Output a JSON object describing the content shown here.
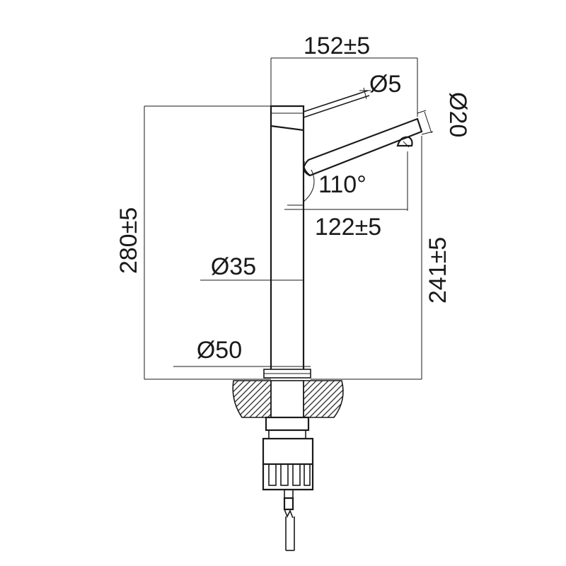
{
  "dimensions": {
    "overall_width": "152±5",
    "handle_diameter": "Ø5",
    "spout_diameter": "Ø20",
    "spout_angle": "110°",
    "spout_reach": "122±5",
    "overall_height": "280±5",
    "spout_height": "241±5",
    "body_diameter": "Ø35",
    "base_diameter": "Ø50"
  },
  "colors": {
    "line": "#1a1a1a",
    "hatch": "#1a1a1a",
    "background": "#ffffff"
  }
}
